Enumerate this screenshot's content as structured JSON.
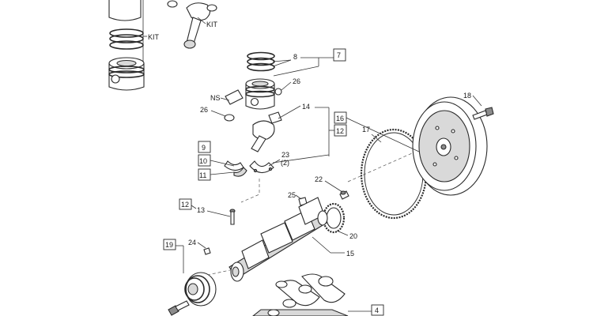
{
  "diagram": {
    "callouts": {
      "kit_rings": "KIT",
      "kit_rod": "KIT",
      "c7": "7",
      "c8": "8",
      "c26a": "26",
      "ns": "NS",
      "c26b": "26",
      "c14": "14",
      "c16": "16",
      "c12a": "12",
      "c17": "17",
      "c18": "18",
      "c9": "9",
      "c10": "10",
      "c11": "11",
      "c23": "23",
      "c23q": "(2)",
      "c22": "22",
      "c25": "25",
      "c12b": "12",
      "c13": "13",
      "c20": "20",
      "c19": "19",
      "c24": "24",
      "c15": "15",
      "c4": "4"
    }
  }
}
